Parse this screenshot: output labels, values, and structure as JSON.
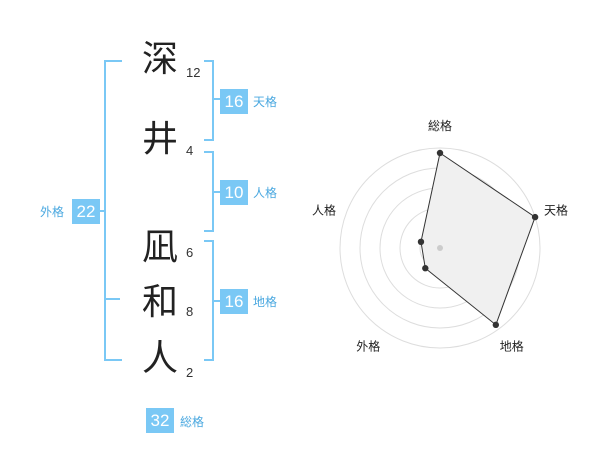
{
  "name": {
    "chars": [
      {
        "char": "深",
        "strokes": "12"
      },
      {
        "char": "井",
        "strokes": "4"
      },
      {
        "char": "凪",
        "strokes": "6"
      },
      {
        "char": "和",
        "strokes": "8"
      },
      {
        "char": "人",
        "strokes": "2"
      }
    ]
  },
  "fortune": {
    "tenkaku": {
      "value": "16",
      "label": "天格"
    },
    "jinkaku": {
      "value": "10",
      "label": "人格"
    },
    "chikaku": {
      "value": "16",
      "label": "地格"
    },
    "gaikaku": {
      "value": "22",
      "label": "外格"
    },
    "soukaku": {
      "value": "32",
      "label": "総格"
    }
  },
  "radar": {
    "axes": [
      "総格",
      "天格",
      "地格",
      "外格",
      "人格"
    ],
    "values": [
      0.95,
      1.0,
      0.95,
      0.25,
      0.2
    ],
    "max": 1
  },
  "colors": {
    "accent": "#7ac8f5",
    "label": "#4aa8e0"
  }
}
